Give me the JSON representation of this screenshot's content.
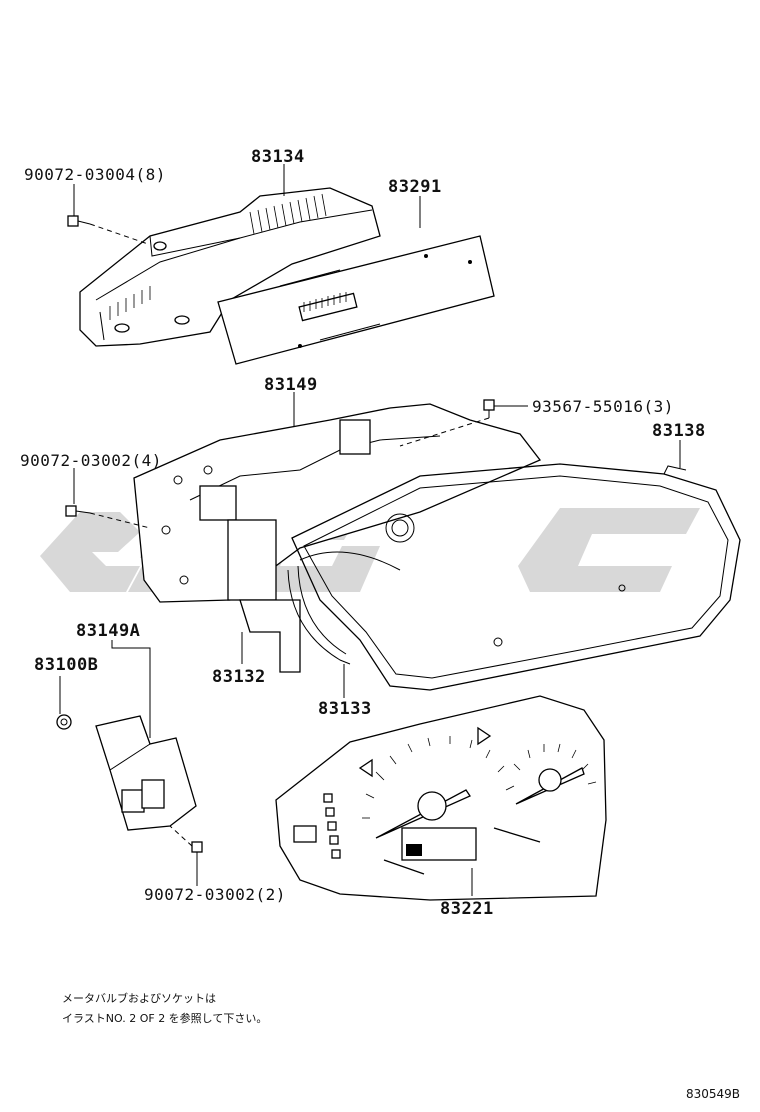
{
  "watermark": {
    "color": "#d8d8d8"
  },
  "parts": [
    {
      "id": "p83134",
      "label": "83134"
    },
    {
      "id": "p90072a",
      "label": "90072-03004(8)"
    },
    {
      "id": "p83291",
      "label": "83291"
    },
    {
      "id": "p83149",
      "label": "83149"
    },
    {
      "id": "p93567",
      "label": "93567-55016(3)"
    },
    {
      "id": "p90072b",
      "label": "90072-03002(4)"
    },
    {
      "id": "p83138",
      "label": "83138"
    },
    {
      "id": "p83149A",
      "label": "83149A"
    },
    {
      "id": "p83100B",
      "label": "83100B"
    },
    {
      "id": "p83132",
      "label": "83132"
    },
    {
      "id": "p83133",
      "label": "83133"
    },
    {
      "id": "p90072c",
      "label": "90072-03002(2)"
    },
    {
      "id": "p83221",
      "label": "83221"
    }
  ],
  "note": {
    "line1": "メータバルブおよびソケットは",
    "line2": "イラストNO. 2 OF 2 を参照して下さい。"
  },
  "figure_id": "830549B"
}
